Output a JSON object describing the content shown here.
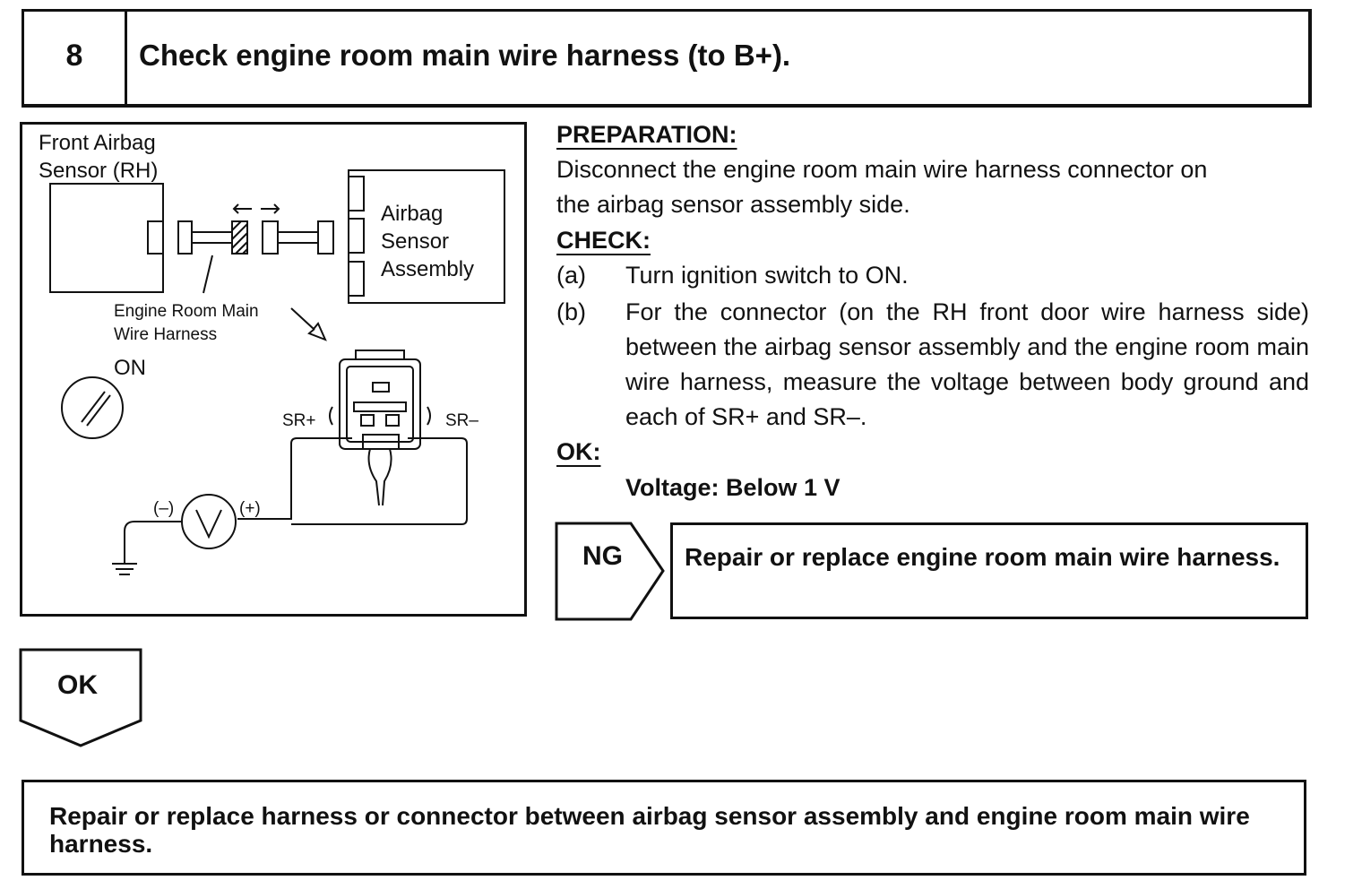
{
  "header": {
    "step_number": "8",
    "title": "Check engine room main wire harness (to B+)."
  },
  "figure": {
    "front_airbag_sensor_line1": "Front Airbag",
    "front_airbag_sensor_line2": "Sensor (RH)",
    "airbag_sensor_line1": "Airbag",
    "airbag_sensor_line2": "Sensor",
    "airbag_sensor_line3": "Assembly",
    "harness_line1": "Engine Room Main",
    "harness_line2": "Wire Harness",
    "ignition_label": "ON",
    "sr_plus": "SR+",
    "sr_minus": "SR–",
    "meter_minus": "(–)",
    "meter_plus": "(+)",
    "meter_symbol": "V"
  },
  "instructions": {
    "preparation_heading": "PREPARATION:",
    "preparation_line1": "Disconnect the engine room main wire harness connector on",
    "preparation_line2": "the airbag sensor assembly side.",
    "check_heading": "CHECK:",
    "item_a_letter": "(a)",
    "item_a_text": "Turn ignition switch to ON.",
    "item_b_letter": "(b)",
    "item_b_text": "For the connector (on the RH front door wire harness side) between the airbag sensor assembly and the engine room main wire harness, measure the voltage between body ground and each of SR+ and SR–.",
    "ok_heading": "OK:",
    "ok_value": "Voltage: Below 1 V"
  },
  "ng": {
    "label": "NG",
    "result": "Repair or replace engine room main wire harness."
  },
  "ok": {
    "label": "OK"
  },
  "final": {
    "text": "Repair or replace harness or connector between airbag sensor assembly and engine room main wire harness."
  }
}
